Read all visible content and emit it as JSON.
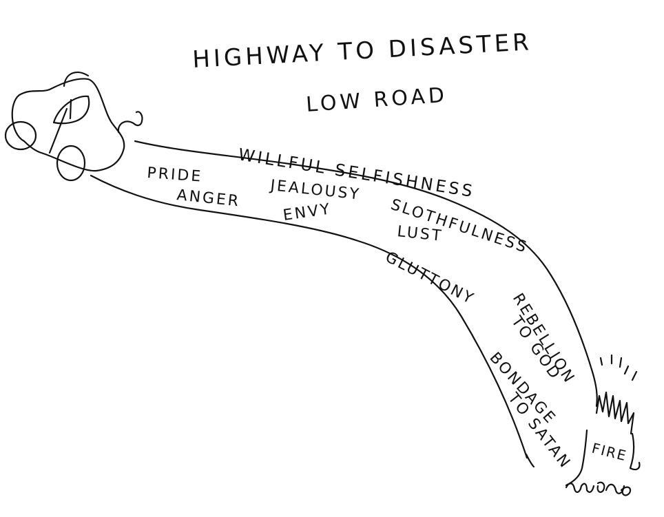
{
  "title": "HIGHWAY TO DISASTER",
  "subtitle": "LOW ROAD",
  "road_labels": {
    "willful_selfishness": "WILLFUL SELFISHNESS",
    "pride": "PRIDE",
    "anger": "ANGER",
    "jealousy": "JEALOUSY",
    "envy": "ENVY",
    "slothfulness": "SLOTHFULNESS",
    "lust": "LUST",
    "gluttony": "GLUTTONY",
    "rebellion": "REBELLION",
    "to_god": "TO GOD",
    "bondage": "BONDAGE",
    "to_satan": "TO SATAN"
  },
  "destination": "FIRE",
  "icons": {
    "vehicle": "car-icon",
    "flames": "fire-icon"
  },
  "ink_color": "#111111"
}
